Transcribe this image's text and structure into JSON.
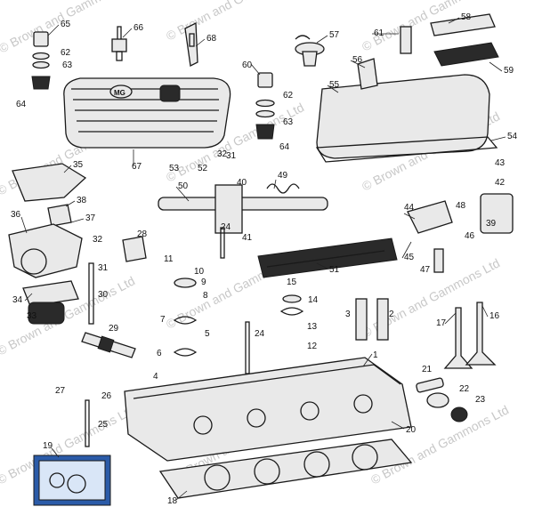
{
  "watermark": "© Brown and Gammons Ltd",
  "callouts": [
    "1",
    "2",
    "3",
    "4",
    "5",
    "6",
    "7",
    "8",
    "9",
    "10",
    "11",
    "12",
    "13",
    "14",
    "15",
    "16",
    "17",
    "18",
    "19",
    "20",
    "21",
    "22",
    "23",
    "24",
    "25",
    "26",
    "27",
    "28",
    "29",
    "30",
    "31",
    "32",
    "33",
    "34",
    "35",
    "36",
    "37",
    "38",
    "39",
    "40",
    "41",
    "42",
    "43",
    "44",
    "45",
    "46",
    "47",
    "48",
    "49",
    "50",
    "51",
    "52",
    "53",
    "54",
    "55",
    "56",
    "57",
    "58",
    "59",
    "60",
    "61",
    "62",
    "63",
    "64",
    "65",
    "66",
    "67",
    "68"
  ],
  "cover_badge": "MG"
}
